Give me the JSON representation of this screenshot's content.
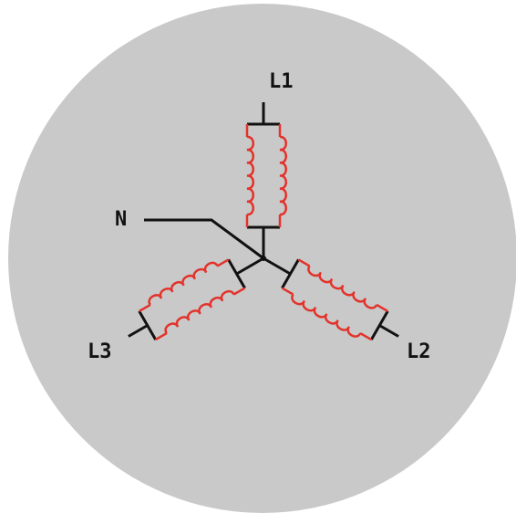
{
  "colors": {
    "disc": "#c9c9c9",
    "wire": "#111111",
    "winding": "#e3322a"
  },
  "labels": {
    "l1": "L1",
    "l2": "L2",
    "l3": "L3",
    "n": "N"
  }
}
